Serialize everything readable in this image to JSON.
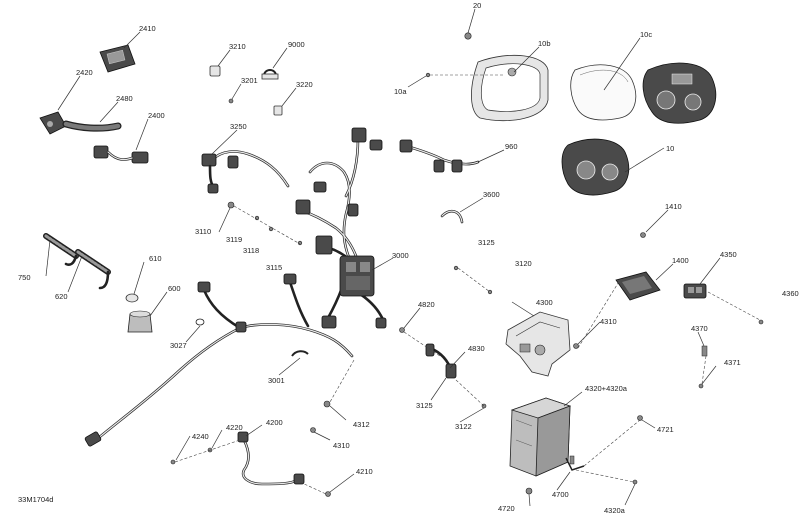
{
  "document": {
    "ref_code": "33M1704d"
  },
  "callouts": {
    "c20": "20",
    "c10b": "10b",
    "c10a": "10a",
    "c10c": "10c",
    "c10": "10",
    "c2410": "2410",
    "c2420": "2420",
    "c2480": "2480",
    "c2400": "2400",
    "c3210": "3210",
    "c9000": "9000",
    "c3201": "3201",
    "c3220": "3220",
    "c3250": "3250",
    "c960": "960",
    "c3600": "3600",
    "c1410": "1410",
    "c1400": "1400",
    "c4350": "4350",
    "c4360": "4360",
    "c3110": "3110",
    "c3119": "3119",
    "c3118": "3118",
    "c3115": "3115",
    "c3000": "3000",
    "c3125a": "3125",
    "c3120": "3120",
    "c750": "750",
    "c610": "610",
    "c620": "620",
    "c600": "600",
    "c3027": "3027",
    "c4820": "4820",
    "c4300": "4300",
    "c4310": "4310",
    "c4370": "4370",
    "c4371": "4371",
    "c4830": "4830",
    "c3001": "3001",
    "c3125b": "3125",
    "c3122": "3122",
    "c4312": "4312",
    "c4310b": "4310",
    "c4320": "4320+4320a",
    "c4721": "4721",
    "c4240": "4240",
    "c4220": "4220",
    "c4200": "4200",
    "c4210": "4210",
    "c4700": "4700",
    "c4720": "4720",
    "c4320a": "4320a"
  }
}
